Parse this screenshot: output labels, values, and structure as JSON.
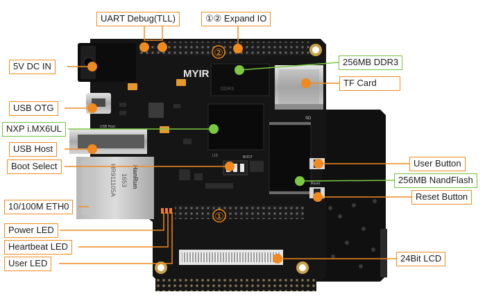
{
  "colors": {
    "leader_orange": "#f08a1e",
    "leader_green": "#7bc843",
    "pcb": "#151515",
    "silkscreen": "#d9d9d9"
  },
  "labels": {
    "uart_debug": "UART Debug(TLL)",
    "expand_io": "①② Expand IO",
    "dc_in": "5V DC IN",
    "ddr3": "256MB DDR3",
    "tf_card": "TF Card",
    "usb_otg": "USB OTG",
    "nxp": "NXP i.MX6UL",
    "usb_host": "USB Host",
    "boot_select": "Boot Select",
    "user_button": "User Button",
    "nandflash": "256MB NandFlash",
    "reset_button": "Reset Button",
    "eth": "10/100M ETH0",
    "power_led": "Power LED",
    "heartbeat_led": "Heartbeat LED",
    "user_led": "User LED",
    "lcd": "24Bit LCD"
  },
  "board": {
    "logo": "MYIR",
    "ethernet_brand": "HanRun",
    "ethernet_part": "HR911105A",
    "ethernet_code": "1653",
    "header_mark_2": "②",
    "header_mark_1": "①",
    "silk_ddr3": "DDR3",
    "silk_sd": "SD",
    "silk_u3": "U3",
    "silk_boot": "BOOT",
    "silk_reset": "Reset",
    "silk_usb_host": "USB Host"
  }
}
